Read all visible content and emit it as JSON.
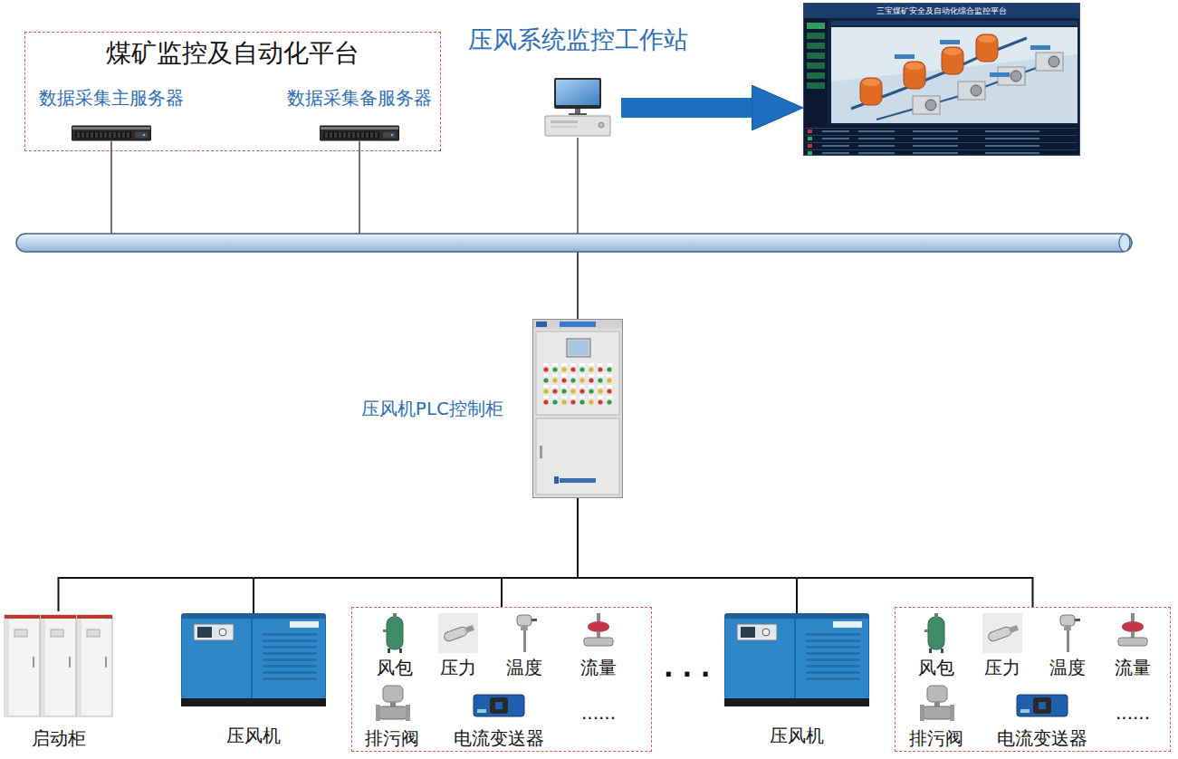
{
  "diagram": {
    "nodes": [
      {
        "text": [
          "煤矿监控及自动化平台"
        ]
      },
      {
        "text": [
          "数据采集主服务器"
        ],
        "in": 0
      },
      {
        "text": [
          "数据采集备服务器"
        ],
        "in": 0
      },
      {
        "text": [
          "压风系统监控工作站"
        ]
      },
      {
        "text": [
          "三宝煤矿安全及自动化综合监控平台"
        ]
      },
      {
        "text": [
          "压风机PLC控制柜"
        ]
      },
      {
        "text": [
          "启动柜"
        ]
      },
      {
        "text": [
          "压风机"
        ]
      },
      {
        "text": [
          "风包",
          "压力",
          "温度",
          "流量",
          "排污阀",
          "电流变送器",
          "......"
        ]
      },
      {
        "text": [
          "压风机"
        ]
      },
      {
        "text": [
          "风包",
          "压力",
          "温度",
          "流量",
          "排污阀",
          "电流变送器",
          "......"
        ]
      }
    ],
    "edges": [
      {
        "from": 3,
        "to": 4,
        "arrow": "to"
      },
      {
        "from": 1,
        "to": 5,
        "arrow": "none"
      },
      {
        "from": 2,
        "to": 5,
        "arrow": "none"
      },
      {
        "from": 3,
        "to": 5,
        "arrow": "none"
      },
      {
        "from": 5,
        "to": 6,
        "arrow": "none"
      },
      {
        "from": 5,
        "to": 7,
        "arrow": "none"
      },
      {
        "from": 5,
        "to": 8,
        "arrow": "none"
      },
      {
        "from": 5,
        "to": 9,
        "arrow": "none"
      },
      {
        "from": 5,
        "to": 10,
        "arrow": "none"
      }
    ],
    "labels": [
      "· · ·"
    ]
  }
}
